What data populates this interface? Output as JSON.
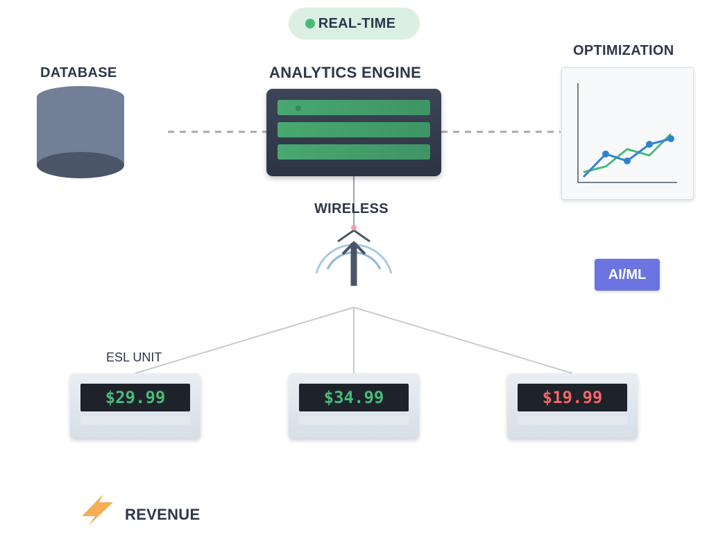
{
  "badges": {
    "realtime": "REAL-TIME",
    "aiml": "AI/ML"
  },
  "nodes": {
    "database": "DATABASE",
    "analytics_engine": "ANALYTICS ENGINE",
    "optimization": "OPTIMIZATION",
    "wireless": "WIRELESS",
    "esl_unit": "ESL UNIT",
    "revenue": "REVENUE"
  },
  "esl_units": [
    {
      "price": "$29.99",
      "color": "#48bb78"
    },
    {
      "price": "$34.99",
      "color": "#48bb78"
    },
    {
      "price": "$19.99",
      "color": "#f56565"
    }
  ],
  "colors": {
    "green": "#48bb78",
    "red": "#f56565",
    "blue": "#3182ce",
    "purple": "#6b74e0",
    "orange": "#f6ad55",
    "dark": "#2d3748"
  },
  "icons": {
    "database": "database-cylinder-icon",
    "server": "server-rack-icon",
    "antenna": "antenna-icon",
    "revenue": "lightning-bolt-icon",
    "chart": "line-chart-icon"
  }
}
